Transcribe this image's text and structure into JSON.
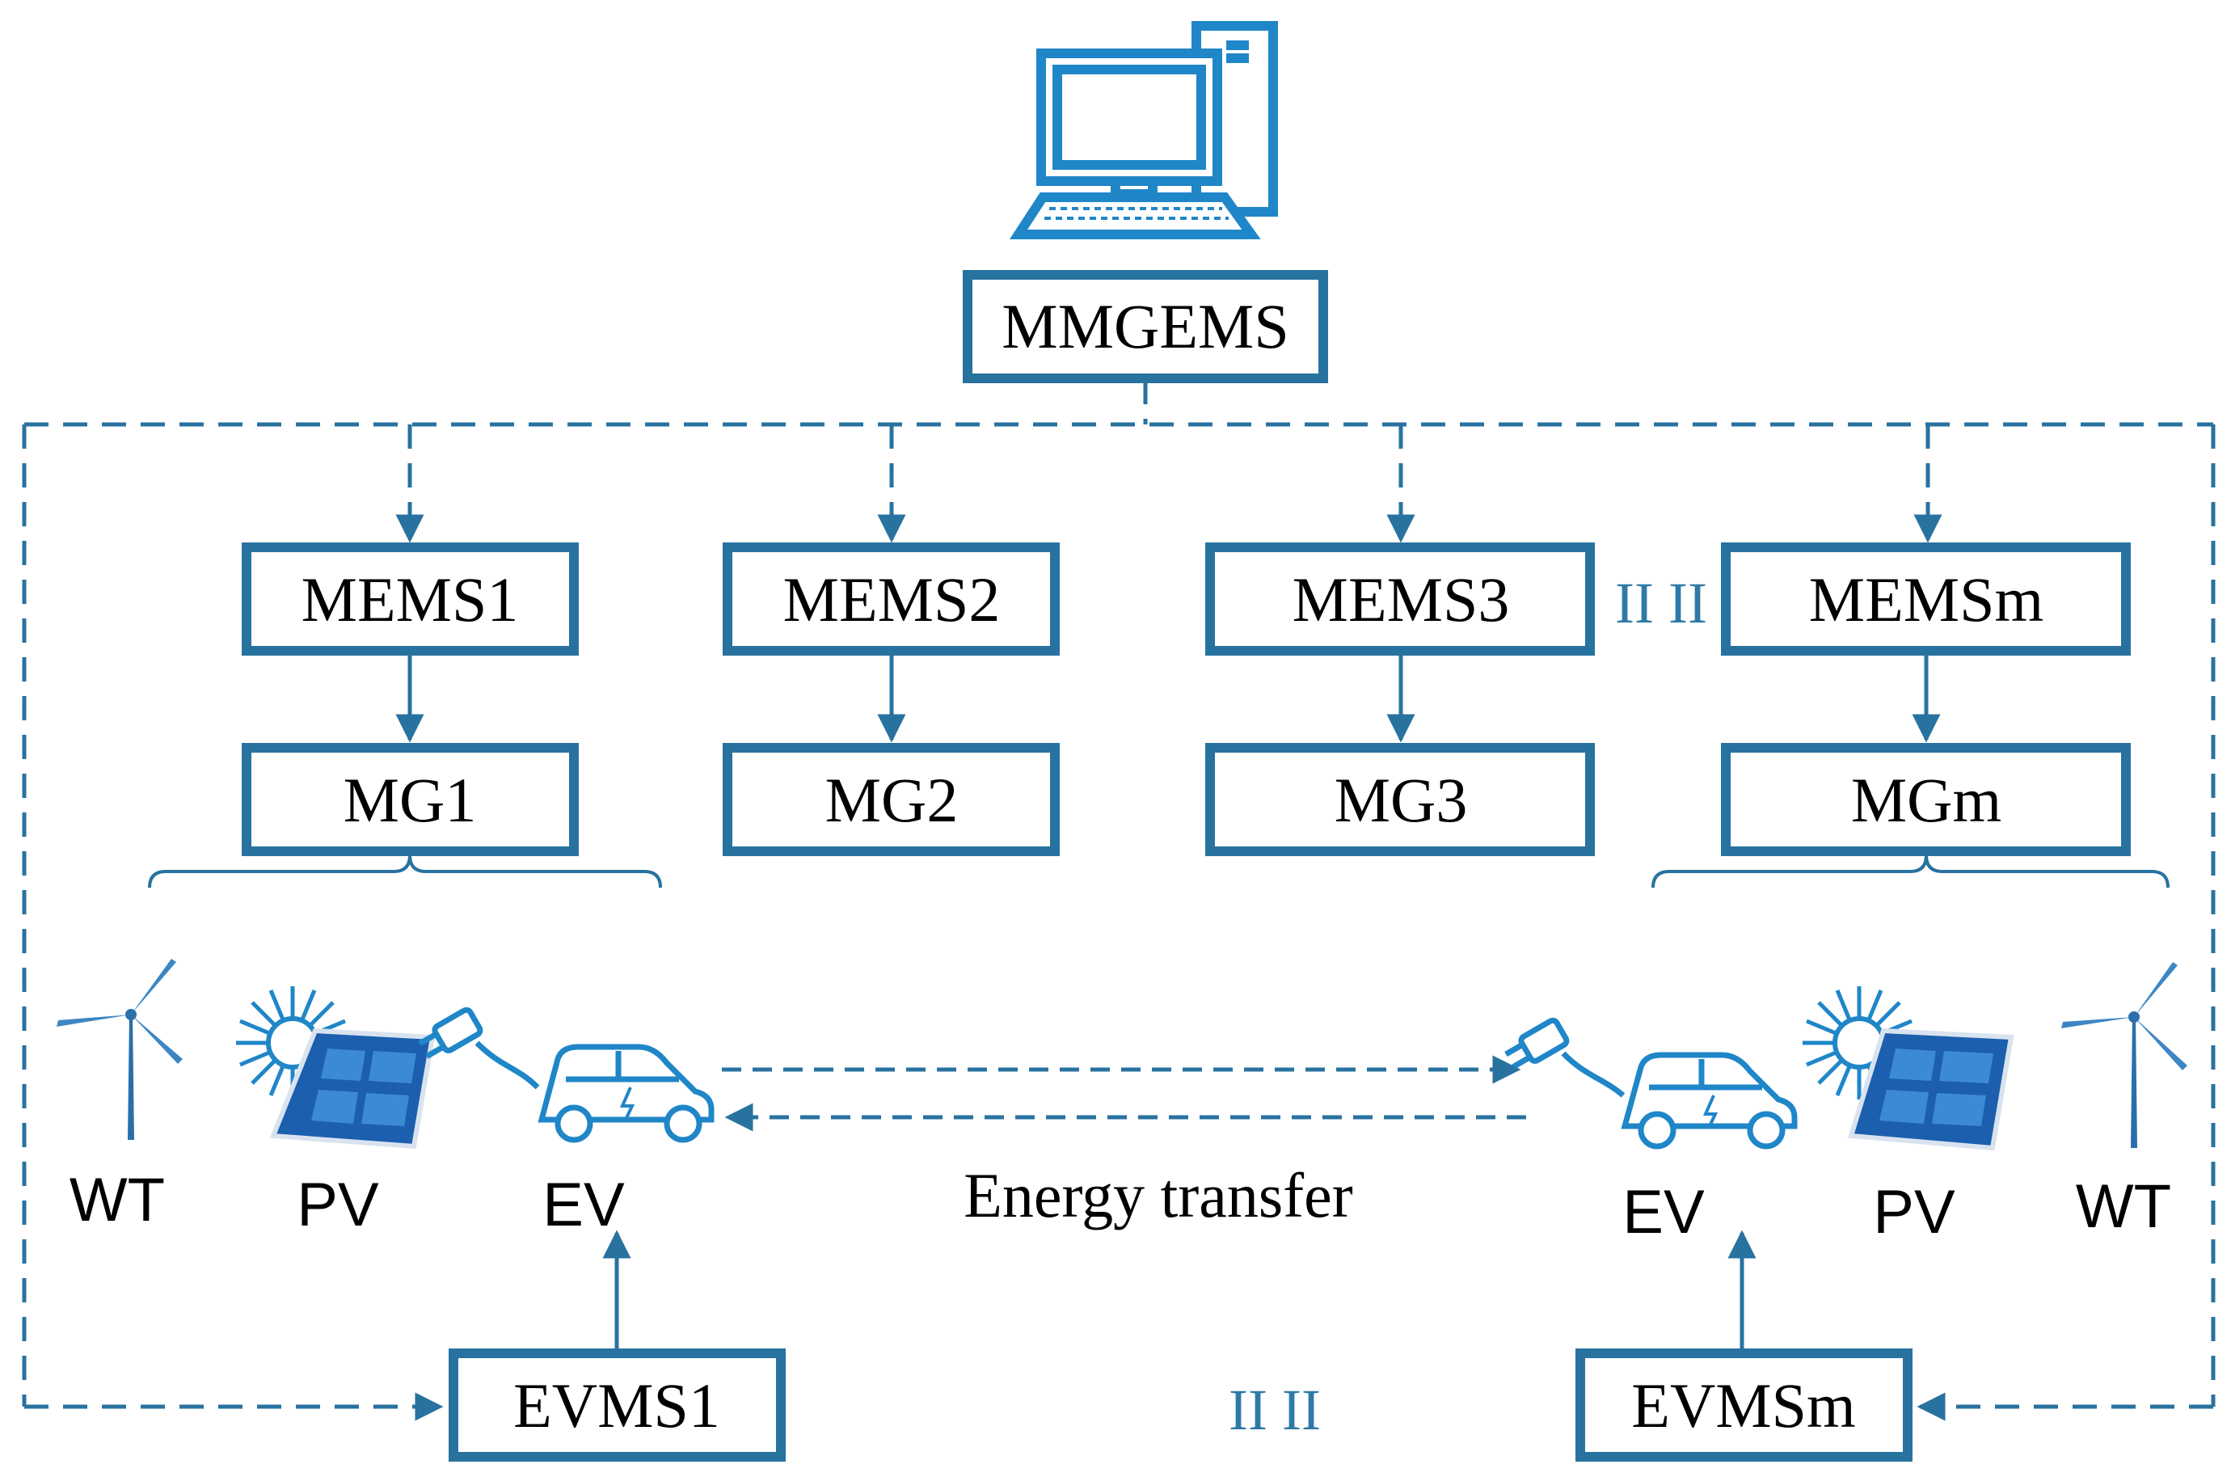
{
  "colors": {
    "box_stroke": "#2872a0",
    "line": "#2872a0",
    "icon": "#1f86c8",
    "panel": "#1c5fae"
  },
  "top": {
    "label": "MMGEMS",
    "icon": "desktop-computer-icon"
  },
  "mems": [
    {
      "label": "MEMS1",
      "mg": "MG1"
    },
    {
      "label": "MEMS2",
      "mg": "MG2"
    },
    {
      "label": "MEMS3",
      "mg": "MG3"
    },
    {
      "label": "MEMSm",
      "mg": "MGm"
    }
  ],
  "mems_ellipsis": "II II",
  "left_devices": [
    "WT",
    "PV",
    "EV"
  ],
  "right_devices": [
    "EV",
    "PV",
    "WT"
  ],
  "energy_transfer": "Energy transfer",
  "evms": [
    {
      "label": "EVMS1"
    },
    {
      "label": "EVMSm"
    }
  ],
  "evms_ellipsis": "II II",
  "icons": [
    "wind-turbine-icon",
    "solar-panel-icon",
    "ev-charging-icon"
  ]
}
